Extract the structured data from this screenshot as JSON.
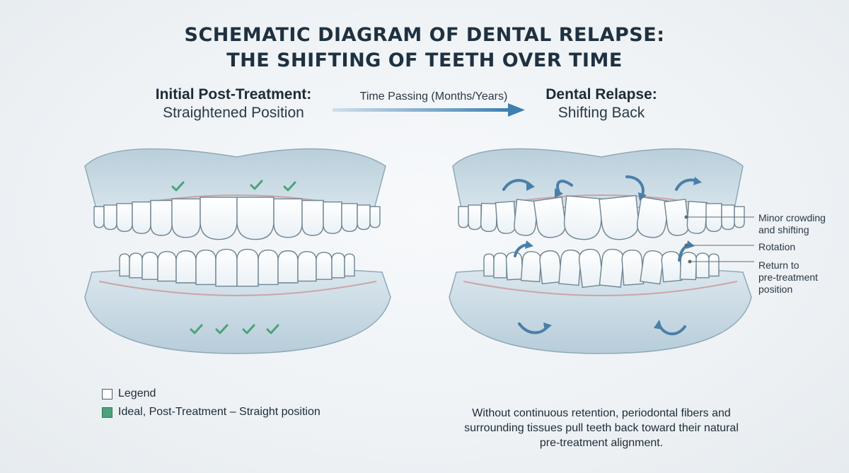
{
  "title": {
    "line1": "SCHEMATIC DIAGRAM OF DENTAL RELAPSE:",
    "line2": "THE SHIFTING OF TEETH OVER TIME"
  },
  "left_panel": {
    "title": "Initial Post-Treatment:",
    "subtitle": "Straightened Position"
  },
  "right_panel": {
    "title": "Dental Relapse:",
    "subtitle": "Shifting Back"
  },
  "time_label": "Time Passing (Months/Years)",
  "annotations": {
    "crowding": [
      "Minor crowding",
      "and shifting"
    ],
    "rotation": "Rotation",
    "return": [
      "Return to",
      "pre-treatment",
      "position"
    ]
  },
  "legend": {
    "title": "Legend",
    "item": "Ideal, Post-Treatment – Straight position"
  },
  "caption": "Without continuous retention, periodontal fibers and surrounding tissues pull teeth back toward their natural pre-treatment alignment.",
  "colors": {
    "gum": "#c9d9e2",
    "gum_edge": "#c98a8a",
    "tooth": "#ffffff",
    "tooth_outline": "#6e8593",
    "check": "#4aa37a",
    "arrow": "#4a7fa8"
  }
}
